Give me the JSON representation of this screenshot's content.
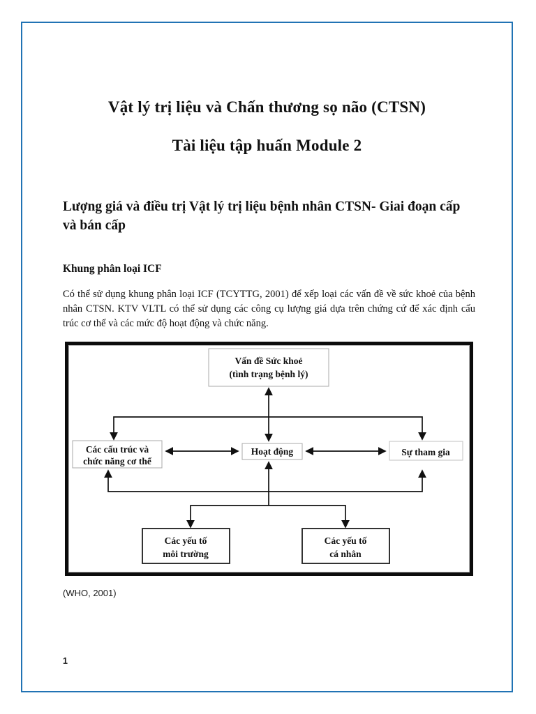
{
  "page": {
    "number": "1",
    "border_color": "#2173b4"
  },
  "doc": {
    "title_line1": "Vật lý trị liệu và Chấn thương sọ não (CTSN)",
    "title_line2": "Tài liệu tập huấn Module 2",
    "heading": "Lượng giá và điều trị Vật lý trị liệu bệnh nhân CTSN- Giai đoạn cấp và bán cấp",
    "subheading": "Khung phân loại ICF",
    "paragraph": "Có thể sử dụng khung phân loại ICF (TCYTTG, 2001) để xếp loại các vấn đề về sức khoẻ của bệnh nhân CTSN. KTV VLTL có thể sử dụng các công cụ lượng giá dựa trên chứng cứ để xác định cấu trúc cơ thể và các mức độ hoạt động và chức năng.",
    "citation": "(WHO, 2001)"
  },
  "diagram": {
    "boxes": {
      "health_line1": "Vấn đề Sức khoẻ",
      "health_line2": "(tình trạng bệnh lý)",
      "body_line1": "Các cấu trúc và",
      "body_line2": "chức năng cơ thể",
      "activity": "Hoạt động",
      "participation": "Sự tham gia",
      "env_line1": "Các yếu tố",
      "env_line2": "môi trường",
      "personal_line1": "Các yếu tố",
      "personal_line2": "cá nhân"
    }
  }
}
